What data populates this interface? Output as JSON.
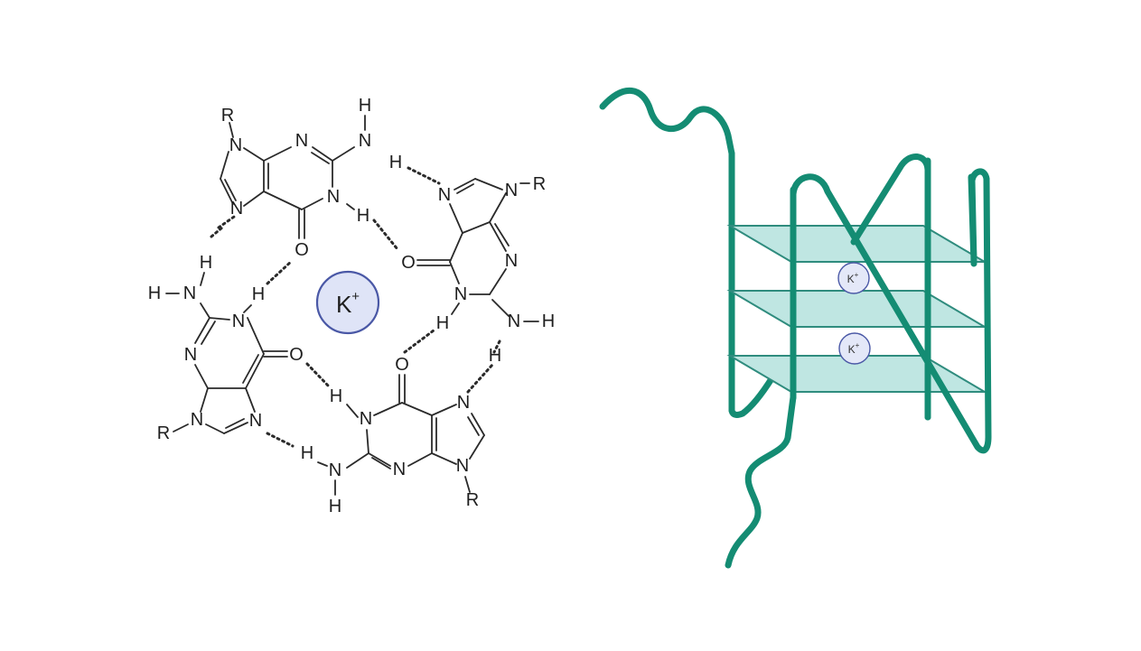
{
  "left_panel": {
    "ion": {
      "symbol": "K",
      "charge": "+"
    },
    "atoms": {
      "r": "R",
      "n": "N",
      "h": "H",
      "o": "O"
    }
  },
  "right_panel": {
    "ions": [
      {
        "symbol": "K",
        "charge": "+"
      },
      {
        "symbol": "K",
        "charge": "+"
      }
    ],
    "tetrad_count": 3
  },
  "colors": {
    "strand": "#148c73",
    "tetrad_plate": "#bfe6e2",
    "ion_fill": "#dfe4f7",
    "ion_outline": "#4a58a6"
  }
}
